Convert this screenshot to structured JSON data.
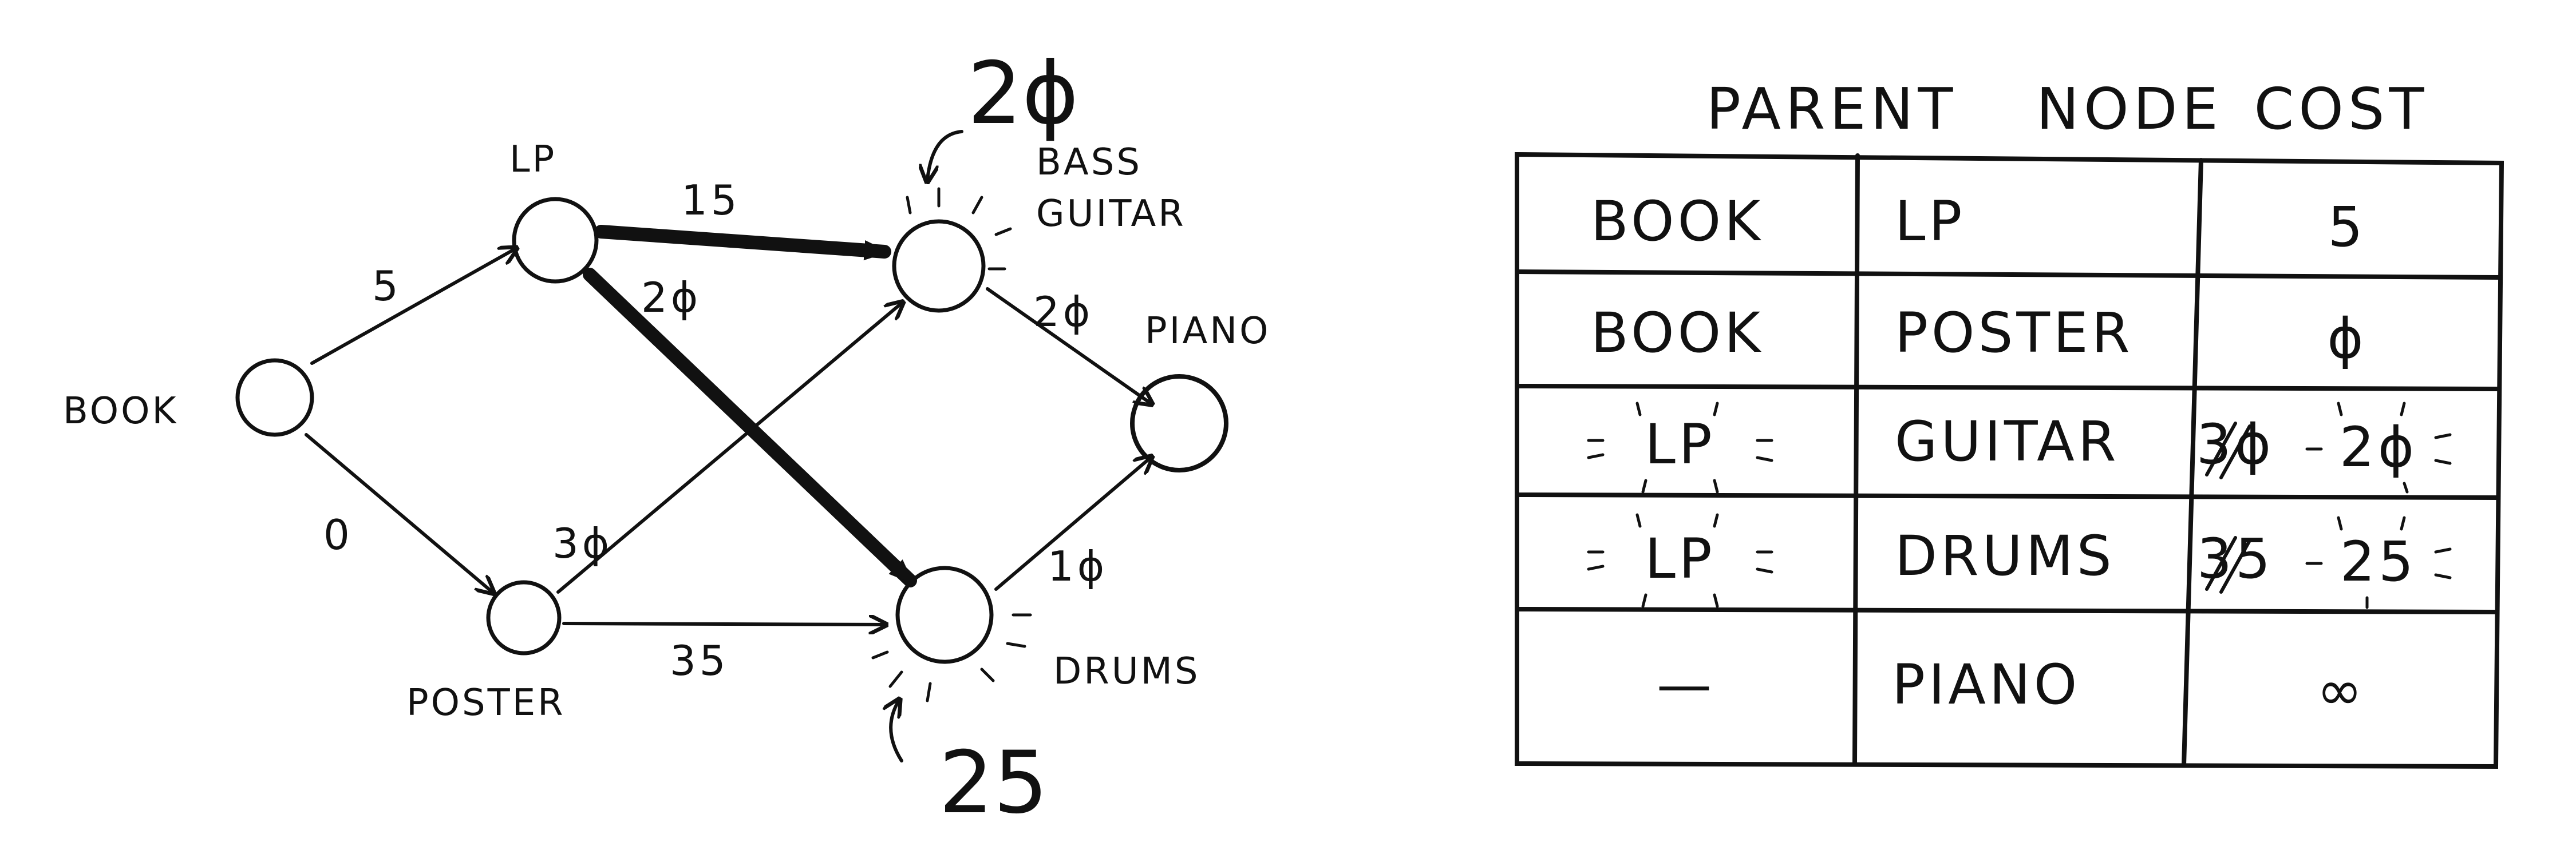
{
  "graph": {
    "nodes": {
      "book": "BOOK",
      "lp": "LP",
      "poster": "POSTER",
      "bass_guitar_line1": "BASS",
      "bass_guitar_line2": "GUITAR",
      "drums": "DRUMS",
      "piano": "PIANO"
    },
    "edges": {
      "book_lp": "5",
      "book_poster": "0",
      "lp_guitar": "15",
      "lp_drums": "2ϕ",
      "poster_guitar": "3ϕ",
      "poster_drums": "35",
      "guitar_piano": "2ϕ",
      "drums_piano": "1ϕ"
    },
    "annotations": {
      "guitar_cost": "2ϕ",
      "drums_cost": "25"
    }
  },
  "table": {
    "headers": [
      "PARENT",
      "NODE",
      "COST"
    ],
    "rows": [
      {
        "parent": "BOOK",
        "node": "LP",
        "cost": "5"
      },
      {
        "parent": "BOOK",
        "node": "POSTER",
        "cost": "ϕ"
      },
      {
        "parent": "LP",
        "node": "GUITAR",
        "cost_old": "3ϕ",
        "cost": "2ϕ"
      },
      {
        "parent": "LP",
        "node": "DRUMS",
        "cost_old": "35",
        "cost": "25"
      },
      {
        "parent": "—",
        "node": "PIANO",
        "cost": "∞"
      }
    ]
  }
}
